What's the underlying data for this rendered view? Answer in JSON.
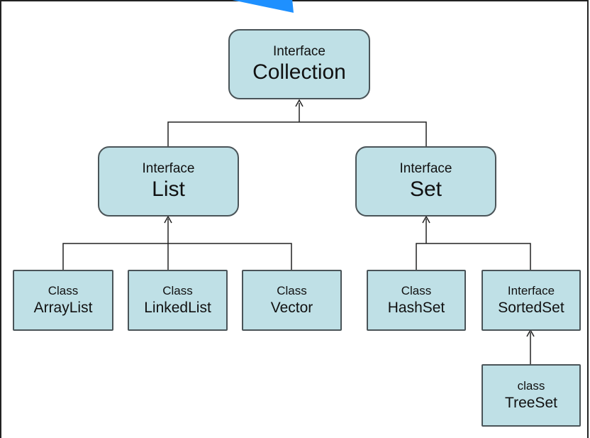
{
  "diagram": {
    "nodes": {
      "collection": {
        "kind": "Interface",
        "name": "Collection"
      },
      "list": {
        "kind": "Interface",
        "name": "List"
      },
      "set": {
        "kind": "Interface",
        "name": "Set"
      },
      "arraylist": {
        "kind": "Class",
        "name": "ArrayList"
      },
      "linkedlist": {
        "kind": "Class",
        "name": "LinkedList"
      },
      "vector": {
        "kind": "Class",
        "name": "Vector"
      },
      "hashset": {
        "kind": "Class",
        "name": "HashSet"
      },
      "sortedset": {
        "kind": "Interface",
        "name": "SortedSet"
      },
      "treeset": {
        "kind": "class",
        "name": "TreeSet"
      }
    },
    "colors": {
      "node_fill": "#bfe0e6",
      "node_border": "#4a5458",
      "line": "#222222",
      "cursor": "#1e90ff"
    }
  }
}
